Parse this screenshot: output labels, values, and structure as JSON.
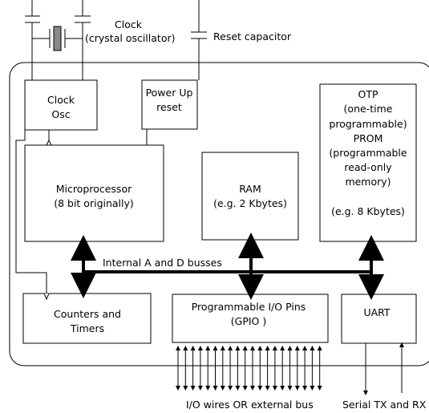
{
  "labels": {
    "clock": "Clock",
    "crystal": "(crystal oscillator)",
    "reset_capacitor": "Reset capacitor",
    "clock_osc_1": "Clock",
    "clock_osc_2": "Osc",
    "power_up_1": "Power Up",
    "power_up_2": "reset",
    "otp_lines": [
      "OTP",
      "(one-time",
      "programmable)",
      "PROM",
      "(programmable",
      "read-only",
      "memory)",
      "",
      "(e.g. 8 Kbytes)"
    ],
    "micro_1": "Microprocessor",
    "micro_2": "(8 bit originally)",
    "ram_1": "RAM",
    "ram_2": "(e.g. 2 Kbytes)",
    "bus": "Internal A and D busses",
    "counters_1": "Counters and",
    "counters_2": "Timers",
    "gpio_1": "Programmable I/O Pins",
    "gpio_2": "(GPIO )",
    "uart": "UART",
    "io_wires": "I/O wires OR external bus",
    "serial": "Serial TX and RX"
  }
}
